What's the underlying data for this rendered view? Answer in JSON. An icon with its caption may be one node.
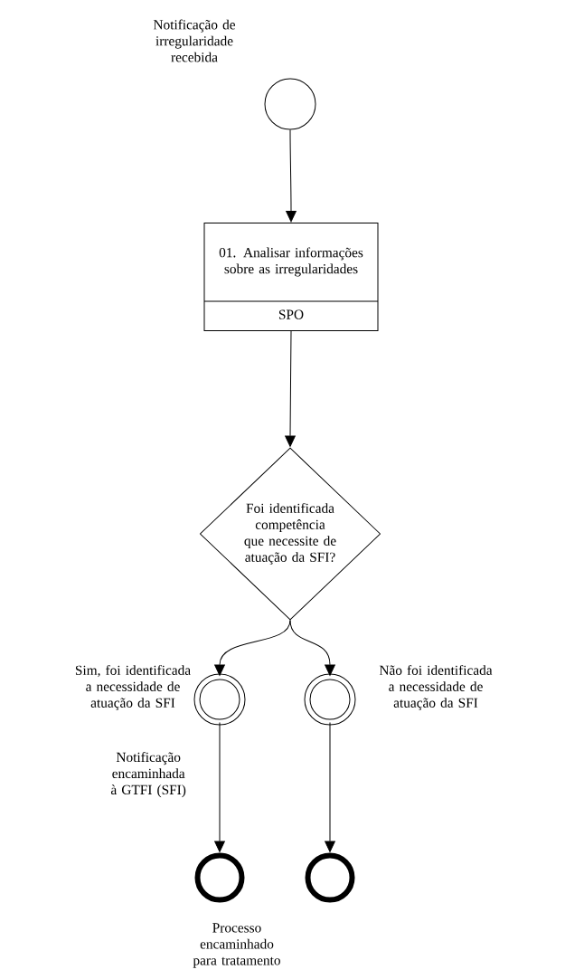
{
  "diagram": {
    "nodes": [
      {
        "text": [],
        "shape": "circle",
        "beside": [
          "Notificação de irregularidade recebida"
        ]
      },
      {
        "text": [
          "01. Analisar informações sobre as irregularidades",
          "SPO"
        ]
      },
      {
        "text": [
          "Foi identificada competência que necessite de atuação da SFI?"
        ]
      },
      {
        "text": [],
        "shape": "circle",
        "beside": [
          "Sim, foi identificada a necessidade de atuação da SFI"
        ]
      },
      {
        "text": [],
        "shape": "circle",
        "beside": [
          "Não foi identificada a necessidade de atuação da SFI"
        ]
      },
      {
        "text": [],
        "shape": "circle",
        "beside": [
          "Processo encaminhado para tratamento"
        ]
      },
      {
        "text": [],
        "shape": "circle"
      }
    ],
    "edges": [
      {
        "from": 0,
        "to": 1,
        "arrow": "to"
      },
      {
        "from": 1,
        "to": 2,
        "arrow": "to"
      },
      {
        "from": 2,
        "to": 3,
        "arrow": "to"
      },
      {
        "from": 2,
        "to": 4,
        "arrow": "to"
      },
      {
        "from": 3,
        "to": 5,
        "arrow": "to",
        "label": "Notificação encaminhada à GTFI (SFI)"
      },
      {
        "from": 4,
        "to": 6,
        "arrow": "to"
      }
    ]
  }
}
